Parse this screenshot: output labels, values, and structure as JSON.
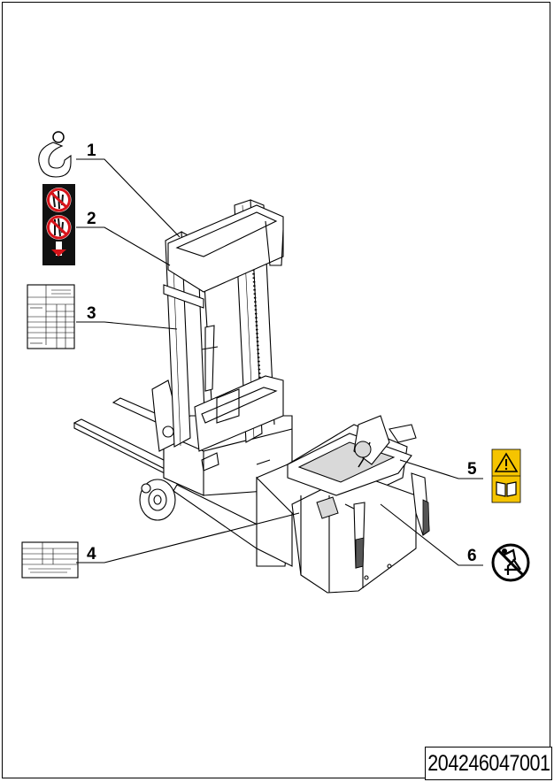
{
  "callouts": [
    "1",
    "2",
    "3",
    "4",
    "5",
    "6"
  ],
  "part_number": "204246047001",
  "colors": {
    "line": "#000000",
    "warning_yellow": "#f5c400",
    "prohibition_red": "#d7141a",
    "decal_black": "#111111"
  },
  "icons": {
    "decal_1": "lifting-hook-icon",
    "decal_2": "no-standing-under-load-icon",
    "decal_3": "capacity-chart-label-icon",
    "decal_4": "nameplate-label-icon",
    "decal_5": "warning-read-manual-icon",
    "decal_6": "no-riding-icon"
  }
}
